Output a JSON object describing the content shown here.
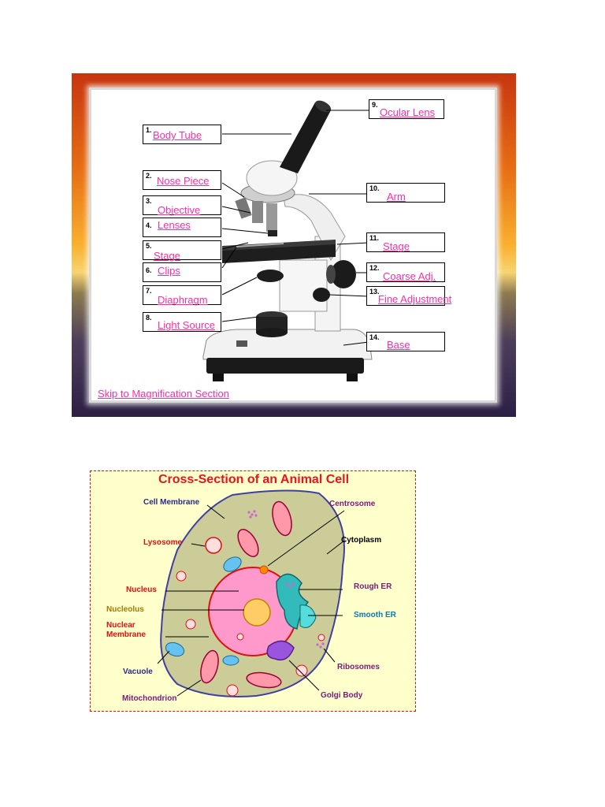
{
  "microscope": {
    "labels": [
      {
        "num": "1.",
        "text": "Body Tube"
      },
      {
        "num": "2.",
        "text": "Nose Piece"
      },
      {
        "num": "3.",
        "text": "Objective"
      },
      {
        "num": "4.",
        "text": "Lenses"
      },
      {
        "num": "5.",
        "text": "Stage"
      },
      {
        "num": "6.",
        "text": "Clips"
      },
      {
        "num": "7.",
        "text": "Diaphragm"
      },
      {
        "num": "8.",
        "text": "Light Source"
      },
      {
        "num": "9.",
        "text": "Ocular Lens"
      },
      {
        "num": "10.",
        "text": "Arm"
      },
      {
        "num": "11.",
        "text": "Stage"
      },
      {
        "num": "12.",
        "text": "Coarse Adj."
      },
      {
        "num": "13.",
        "text": "Fine Adjustment"
      },
      {
        "num": "14.",
        "text": "Base"
      }
    ],
    "skip_link": "Skip to Magnification Section"
  },
  "cell": {
    "title": "Cross-Section of an Animal Cell",
    "labels": {
      "cell_membrane": "Cell Membrane",
      "lysosome": "Lysosome",
      "nucleus": "Nucleus",
      "nucleolus": "Nucleolus",
      "nuclear_membrane_1": "Nuclear",
      "nuclear_membrane_2": "Membrane",
      "vacuole": "Vacuole",
      "mitochondrion": "Mitochondrion",
      "centrosome": "Centrosome",
      "cytoplasm": "Cytoplasm",
      "rough_er": "Rough ER",
      "smooth_er": "Smooth ER",
      "ribosomes": "Ribosomes",
      "golgi_body": "Golgi Body"
    }
  },
  "colors": {
    "link": "#ff2ca8",
    "title": "#e8141e",
    "navy_label": "#2a2a8a",
    "red_label": "#e01010",
    "olive_label": "#a07a00",
    "purple_label": "#7a1a7a",
    "cyan_label": "#0a7ab0",
    "cytoplasm": "#cccc99",
    "nucleus": "#ff99cc",
    "nucleolus": "#ffcc66"
  }
}
